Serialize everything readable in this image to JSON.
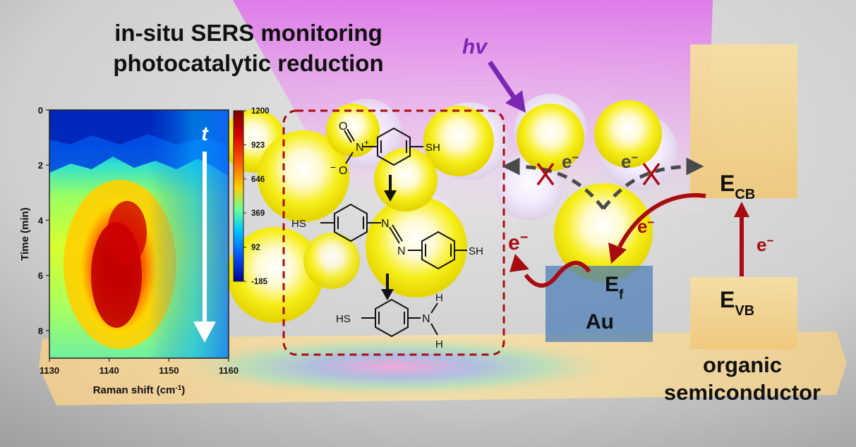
{
  "title": {
    "line1": "in-situ SERS monitoring",
    "line2": "photocatalytic reduction"
  },
  "colors": {
    "particle": "#f4ee00",
    "arrow_red": "#a80c10",
    "arrow_dark": "#4a4a4a",
    "light": "#7a28b4",
    "band_box": "#f3d58e",
    "au_box": "#4d7fb6"
  },
  "chart_data": {
    "type": "heatmap",
    "xlabel_main": "Raman shift (cm",
    "xlabel_sup": "-1",
    "xlabel_end": ")",
    "ylabel": "Time (min)",
    "xlim": [
      1130,
      1160
    ],
    "ylim": [
      0,
      9
    ],
    "x_ticks": [
      "1130",
      "1140",
      "1150",
      "1160"
    ],
    "y_ticks": [
      "0",
      "2",
      "4",
      "6",
      "8"
    ],
    "x_tick_values": [
      1130,
      1140,
      1150,
      1160
    ],
    "y_tick_values": [
      0,
      2,
      4,
      6,
      8
    ],
    "colorbar_ticks": [
      "1200",
      "923",
      "646",
      "369",
      "92",
      "-185"
    ],
    "colorbar_values": [
      1200,
      923,
      646,
      369,
      92,
      -185
    ],
    "arrow_label": "t"
  },
  "molecules": {
    "nitro_n": "N",
    "nitro_plus": "+",
    "nitro_o_top": "O",
    "nitro_o_bottom": "O",
    "nitro_o_minus": "−",
    "sh1": "SH",
    "hs_left": "HS",
    "azo_n1": "N",
    "azo_n2": "N",
    "sh2": "SH",
    "hs_bottom": "HS",
    "amine_n": "N",
    "amine_h1": "H",
    "amine_h2": "H"
  },
  "mechanism": {
    "hv": "hv",
    "electron": "e",
    "electron_sup": "−",
    "ecb_main": "E",
    "ecb_sub": "CB",
    "evb_main": "E",
    "evb_sub": "VB",
    "ef_main": "E",
    "ef_sub": "f",
    "au": "Au",
    "semiconductor_line1": "organic",
    "semiconductor_line2": "semiconductor"
  }
}
